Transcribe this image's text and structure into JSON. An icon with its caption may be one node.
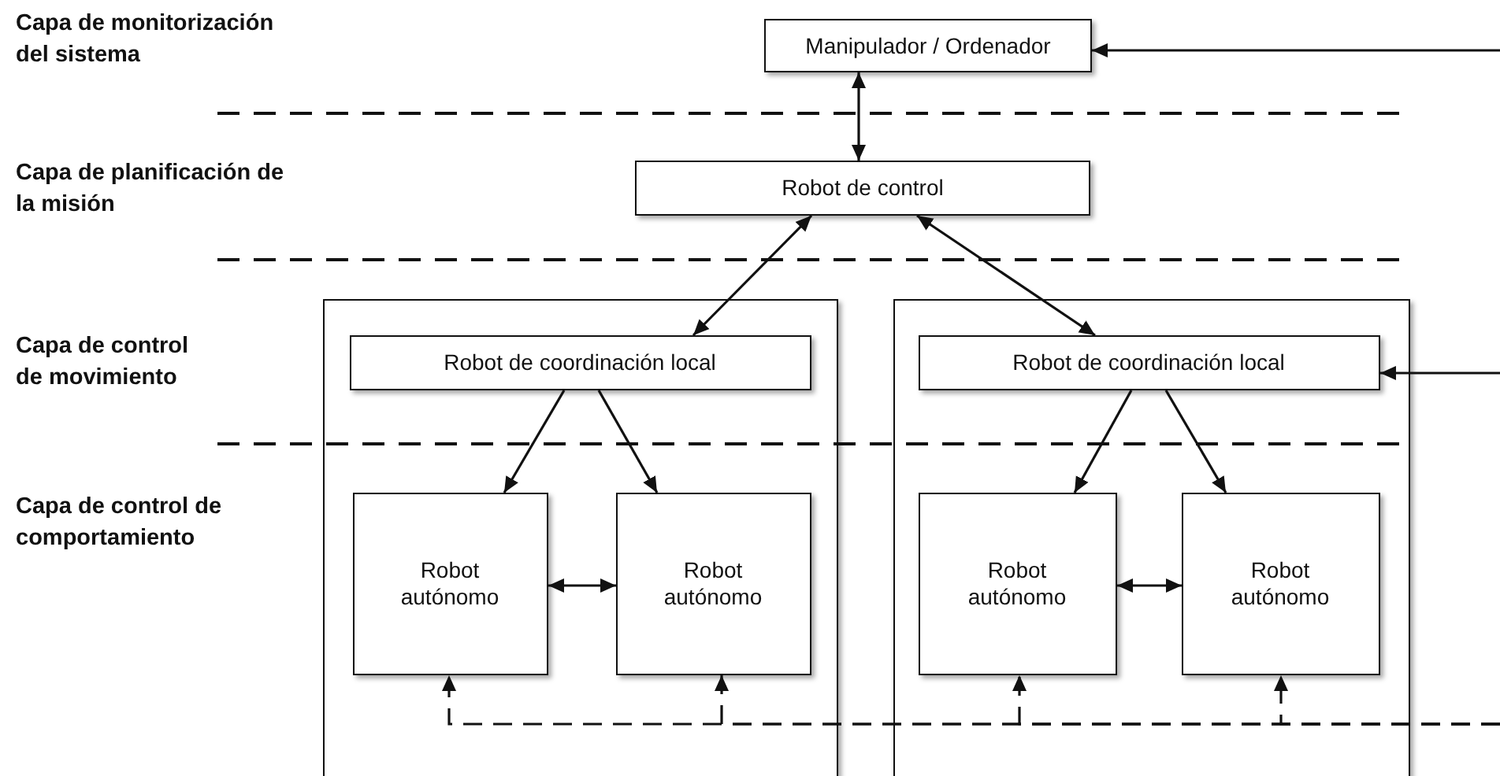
{
  "diagram": {
    "nodes": [
      {
        "text": [
          "Manipulador / Ordenador"
        ]
      },
      {
        "text": [
          "Robot de control"
        ]
      },
      {
        "text": [],
        "shape": "box"
      },
      {
        "text": [
          "Robot de coordinación local"
        ],
        "in": 2
      },
      {
        "text": [
          "Robot autónomo"
        ],
        "in": 2
      },
      {
        "text": [
          "Robot autónomo"
        ],
        "in": 2
      },
      {
        "text": [],
        "shape": "box"
      },
      {
        "text": [
          "Robot de coordinación local"
        ],
        "in": 6
      },
      {
        "text": [
          "Robot autónomo"
        ],
        "in": 6
      },
      {
        "text": [
          "Robot autónomo"
        ],
        "in": 6
      }
    ],
    "edges": [
      {
        "from": null,
        "to": 0,
        "arrow": "to"
      },
      {
        "from": 0,
        "to": 1,
        "arrow": "both"
      },
      {
        "from": 1,
        "to": 3,
        "arrow": "both"
      },
      {
        "from": 1,
        "to": 7,
        "arrow": "both"
      },
      {
        "from": 3,
        "to": 4,
        "arrow": "to"
      },
      {
        "from": 3,
        "to": 5,
        "arrow": "to"
      },
      {
        "from": 7,
        "to": 8,
        "arrow": "to"
      },
      {
        "from": 7,
        "to": 9,
        "arrow": "to"
      },
      {
        "from": 4,
        "to": 5,
        "arrow": "both"
      },
      {
        "from": 8,
        "to": 9,
        "arrow": "both"
      },
      {
        "from": null,
        "to": 7,
        "arrow": "to"
      },
      {
        "from": null,
        "to": 4,
        "arrow": "to",
        "style": "dashed"
      },
      {
        "from": null,
        "to": 5,
        "arrow": "to",
        "style": "dashed"
      },
      {
        "from": null,
        "to": 8,
        "arrow": "to",
        "style": "dashed"
      },
      {
        "from": null,
        "to": 9,
        "arrow": "to",
        "style": "dashed"
      }
    ],
    "labels": [
      "Capa de monitorización del sistema",
      "Capa de planificación de la misión",
      "Capa de control de movimiento",
      "Capa de control de comportamiento"
    ]
  }
}
